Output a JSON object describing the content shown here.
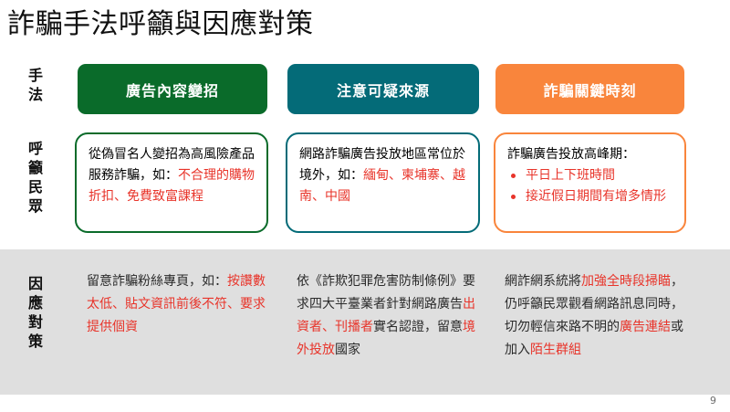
{
  "slide": {
    "title": "詐騙手法呼籲與因應對策",
    "page_number": "9"
  },
  "colors": {
    "column_1": "#0a6b2a",
    "column_2": "#046b78",
    "column_3": "#f9853c",
    "highlight_text": "#e8342a",
    "band_background": "#dfdfdf"
  },
  "row_labels": {
    "method": "手法",
    "appeal": "呼籲民眾",
    "response": "因應對策"
  },
  "columns": [
    {
      "header": "廣告內容變招",
      "appeal": {
        "segments": [
          {
            "text": "從偽冒名人變招為高風險產品服務詐騙，如：",
            "highlight": false
          },
          {
            "text": "不合理的購物折扣、免費致富課程",
            "highlight": true
          }
        ],
        "bullets": []
      },
      "response": {
        "segments": [
          {
            "text": "留意詐騙粉絲專頁，如：",
            "highlight": false
          },
          {
            "text": "按讚數太低、貼文資訊前後不符、要求提供個資",
            "highlight": true
          }
        ]
      }
    },
    {
      "header": "注意可疑來源",
      "appeal": {
        "segments": [
          {
            "text": "網路詐騙廣告投放地區常位於境外，如：",
            "highlight": false
          },
          {
            "text": "緬甸、柬埔寨、越南、中國",
            "highlight": true
          }
        ],
        "bullets": []
      },
      "response": {
        "segments": [
          {
            "text": "依《詐欺犯罪危害防制條例》要求四大平臺業者針對網路廣告",
            "highlight": false
          },
          {
            "text": "出資者、刊播者",
            "highlight": true
          },
          {
            "text": "實名認證，留意",
            "highlight": false
          },
          {
            "text": "境外投放",
            "highlight": true
          },
          {
            "text": "國家",
            "highlight": false
          }
        ]
      }
    },
    {
      "header": "詐騙關鍵時刻",
      "appeal": {
        "segments": [
          {
            "text": "詐騙廣告投放高峰期：",
            "highlight": false
          }
        ],
        "bullets": [
          "平日上下班時間",
          "接近假日期間有增多情形"
        ]
      },
      "response": {
        "segments": [
          {
            "text": "網詐網系統將",
            "highlight": false
          },
          {
            "text": "加強全時段掃瞄",
            "highlight": true
          },
          {
            "text": "，仍呼籲民眾觀看網路訊息同時，切勿輕信來路不明的",
            "highlight": false
          },
          {
            "text": "廣告連結",
            "highlight": true
          },
          {
            "text": "或加入",
            "highlight": false
          },
          {
            "text": "陌生群組",
            "highlight": true
          }
        ]
      }
    }
  ]
}
